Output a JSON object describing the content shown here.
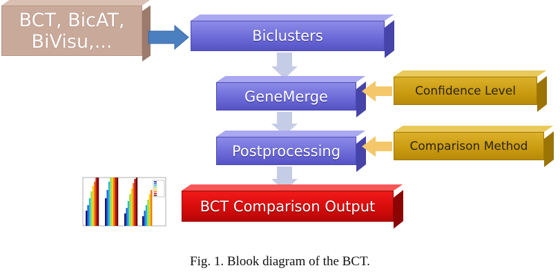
{
  "source": {
    "label": "BCT, BicAT, BiVisu,..."
  },
  "biclusters": {
    "label": "Biclusters"
  },
  "genemerge": {
    "label": "GeneMerge"
  },
  "confidence": {
    "label": "Confidence Level"
  },
  "postprocessing": {
    "label": "Postprocessing"
  },
  "comparison": {
    "label": "Comparison Method"
  },
  "output": {
    "label": "BCT Comparison Output"
  },
  "caption": "Fig. 1. Blook diagram of the BCT.",
  "colors": {
    "source_box": "#c9a99a",
    "process_box": "#6d6bd8",
    "parameter_box": "#c99a10",
    "output_box": "#d40b0b",
    "flow_arrow": "#c5cde6",
    "input_arrow": "#f4c86a",
    "source_arrow": "#4a7fc0"
  }
}
